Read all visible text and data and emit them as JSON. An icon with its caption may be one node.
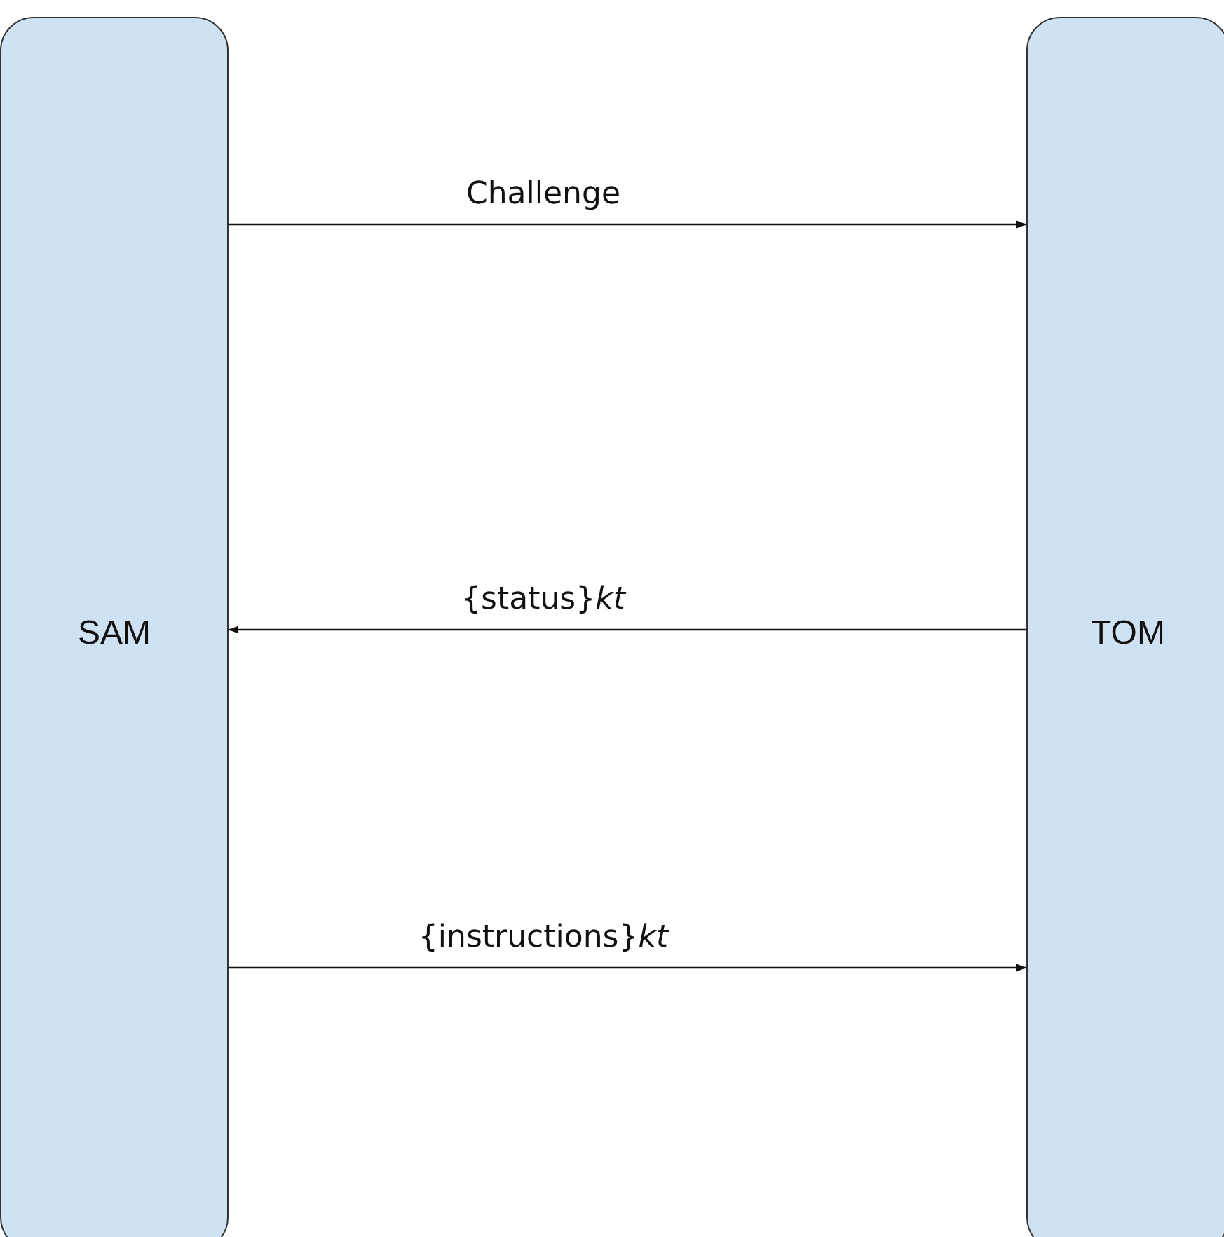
{
  "diagram": {
    "nodes": [
      {
        "text": [
          "SAM"
        ]
      },
      {
        "text": [
          "TOM"
        ]
      }
    ],
    "edges": [
      {
        "from": 0,
        "to": 1,
        "arrow": "to",
        "label": "Challenge"
      },
      {
        "from": 1,
        "to": 0,
        "arrow": "to",
        "label": "{status}*kt*"
      },
      {
        "from": 0,
        "to": 1,
        "arrow": "to",
        "label": "{instructions}*kt*"
      }
    ]
  }
}
